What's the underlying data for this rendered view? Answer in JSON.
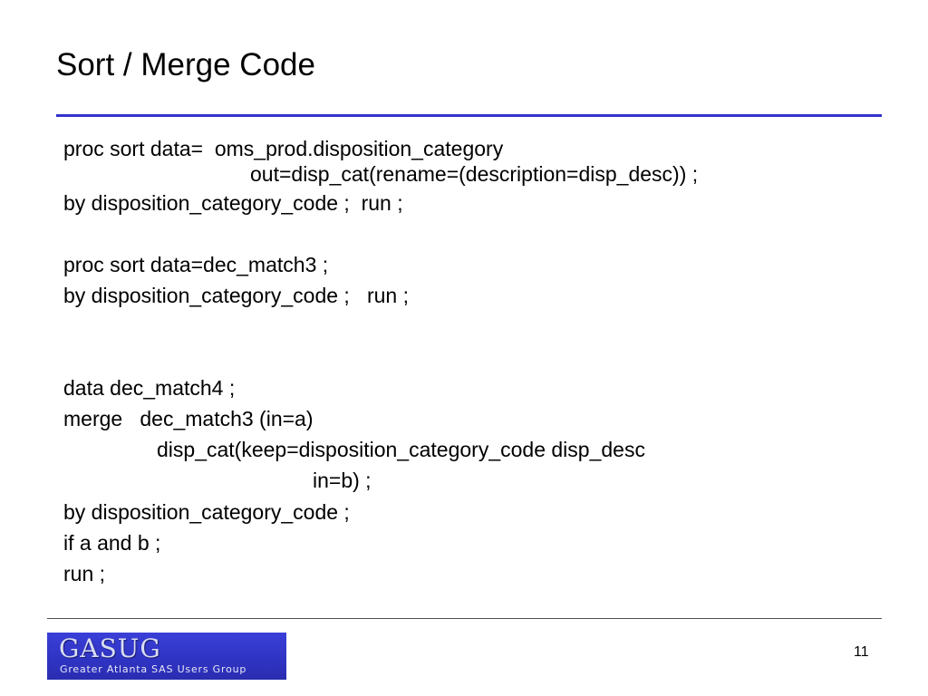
{
  "slide": {
    "title": "Sort / Merge Code",
    "code_lines": [
      "proc sort data=  oms_prod.disposition_category",
      "out=disp_cat(rename=(description=disp_desc)) ;",
      "by disposition_category_code ;  run ;",
      "proc sort data=dec_match3 ;",
      "by disposition_category_code ;   run ;",
      "data dec_match4 ;",
      "merge   dec_match3 (in=a)",
      "disp_cat(keep=disposition_category_code disp_desc",
      "in=b) ;",
      "by disposition_category_code ;",
      "if a and b ;",
      "run ;"
    ],
    "page_number": "11"
  },
  "footer": {
    "logo": {
      "wordmark": "GASUG",
      "subtitle": "Greater Atlanta SAS Users Group"
    }
  },
  "colors": {
    "title_rule": "#3333cc",
    "logo_background": "#3033c4",
    "text": "#000000"
  }
}
